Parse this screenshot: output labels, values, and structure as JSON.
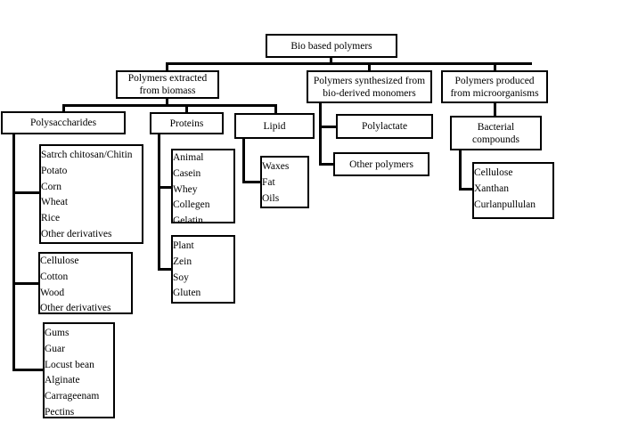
{
  "diagram": {
    "root": "Bio based polymers",
    "categories": {
      "extracted": [
        "Polymers extracted",
        "from biomass"
      ],
      "synthesized": [
        "Polymers synthesized from",
        "bio-derived monomers"
      ],
      "produced": [
        "Polymers produced",
        "from microorganisms"
      ]
    },
    "extracted_children": {
      "polysaccharides": {
        "label": "Polysaccharides",
        "groups": [
          [
            "Satrch chitosan/Chitin",
            "Potato",
            "Corn",
            "Wheat",
            "Rice",
            "Other derivatives"
          ],
          [
            "Cellulose",
            "Cotton",
            "Wood",
            "Other derivatives"
          ],
          [
            "Gums",
            "Guar",
            "Locust bean",
            "Alginate",
            "Carrageenam",
            "Pectins"
          ]
        ]
      },
      "proteins": {
        "label": "Proteins",
        "groups": [
          [
            "Animal",
            "Casein",
            "Whey",
            "Collegen",
            "Gelatin"
          ],
          [
            "Plant",
            "Zein",
            "Soy",
            "Gluten"
          ]
        ]
      },
      "lipid": {
        "label": "Lipid",
        "items": [
          "Waxes",
          "Fat",
          "Oils"
        ]
      }
    },
    "synthesized_children": [
      "Polylactate",
      "Other polymers"
    ],
    "produced_children": {
      "label": [
        "Bacterial",
        "compounds"
      ],
      "items": [
        "Cellulose",
        "Xanthan",
        "Curlanpullulan"
      ]
    }
  }
}
